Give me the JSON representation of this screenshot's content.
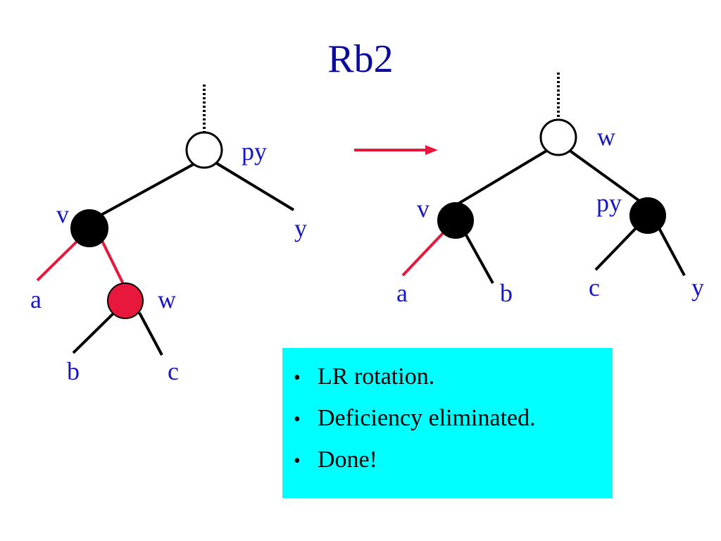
{
  "slide": {
    "title": "Rb2"
  },
  "colors": {
    "title": "#0a0a9c",
    "label": "#1616c8",
    "red_edge": "#e8183c",
    "red_node": "#e8183c",
    "black_node": "#000000",
    "note_background": "#00ffff"
  },
  "before_tree": {
    "labels": {
      "root": "py",
      "black_child": "v",
      "red_grandchild": "w",
      "right_subtree": "y",
      "a_subtree": "a",
      "b_subtree": "b",
      "c_subtree": "c"
    }
  },
  "after_tree": {
    "labels": {
      "root": "w",
      "left_child": "v",
      "right_child": "py",
      "a_subtree": "a",
      "b_subtree": "b",
      "c_subtree": "c",
      "y_subtree": "y"
    }
  },
  "notes": {
    "bullets": [
      "LR rotation.",
      "Deficiency eliminated.",
      "Done!"
    ]
  }
}
